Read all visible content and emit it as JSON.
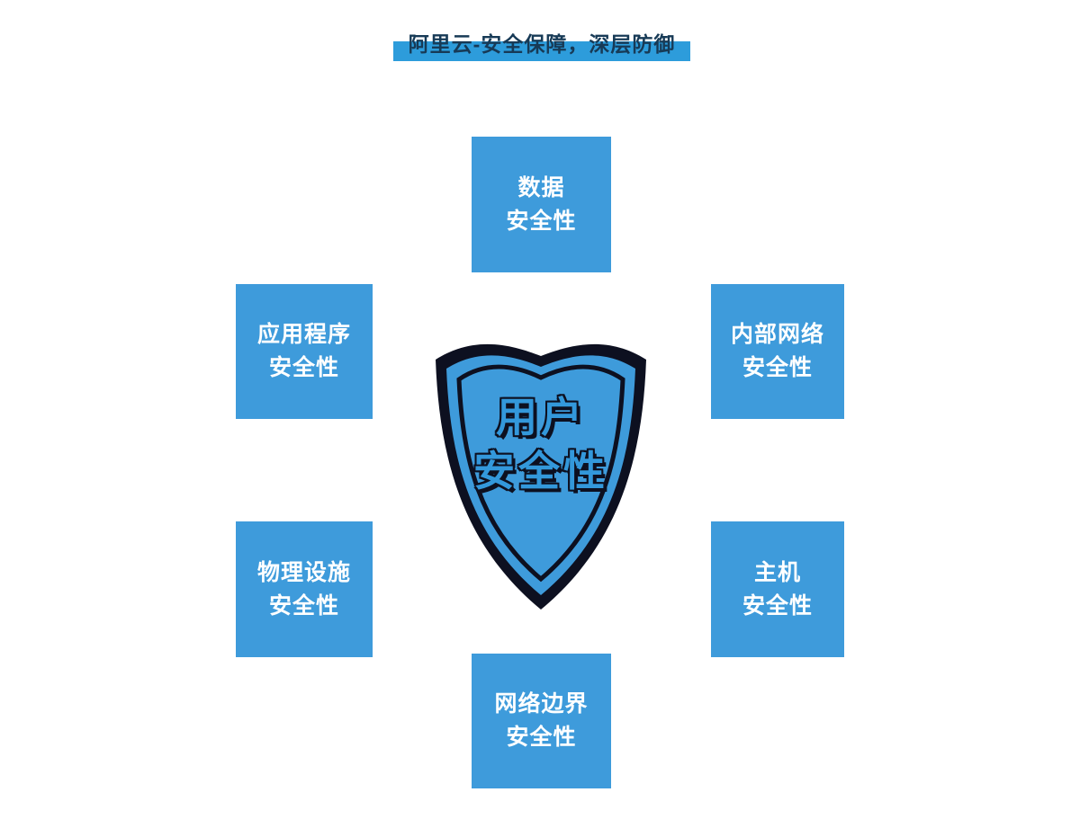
{
  "title": {
    "text": "阿里云-安全保障，深层防御"
  },
  "center": {
    "line1": "用户",
    "line2": "安全性"
  },
  "boxes": [
    {
      "id": "top",
      "line1": "数据",
      "line2": "安全性"
    },
    {
      "id": "left-upper",
      "line1": "应用程序",
      "line2": "安全性"
    },
    {
      "id": "right-upper",
      "line1": "内部网络",
      "line2": "安全性"
    },
    {
      "id": "left-lower",
      "line1": "物理设施",
      "line2": "安全性"
    },
    {
      "id": "right-lower",
      "line1": "主机",
      "line2": "安全性"
    },
    {
      "id": "bottom",
      "line1": "网络边界",
      "line2": "安全性"
    }
  ],
  "colors": {
    "box_blue": "#3E9BDB",
    "title_bar_blue": "#2D9CDB",
    "title_text_dark": "#173A56",
    "shield_outline_dark": "#0D1020",
    "shield_fill_blue": "#3E9BDB",
    "background": "#FFFFFF"
  }
}
